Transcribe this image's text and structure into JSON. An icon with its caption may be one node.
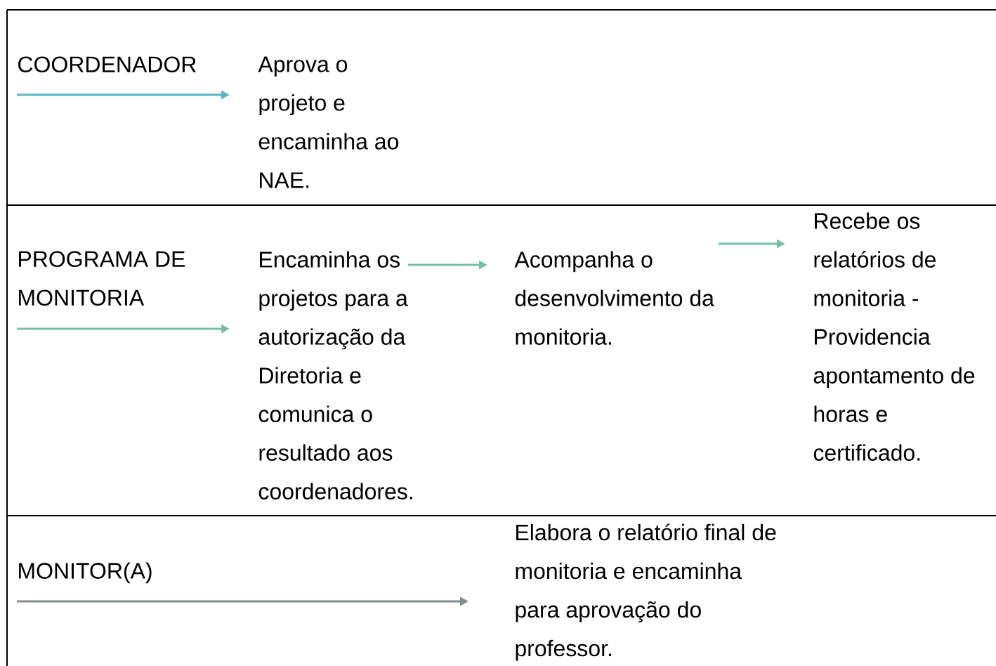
{
  "diagram": {
    "nodes": [
      {
        "text": [
          "COORDENADOR"
        ]
      },
      {
        "text": [
          "Aprova o projeto e encaminha ao NAE."
        ]
      },
      {
        "text": [
          "PROGRAMA DE MONITORIA"
        ]
      },
      {
        "text": [
          "Encaminha os projetos para a autorização da Diretoria e comunica o resultado aos coordenadores."
        ]
      },
      {
        "text": [
          "Acompanha o desenvolvimento da monitoria."
        ]
      },
      {
        "text": [
          "Recebe os relatórios de monitoria - Providencia apontamento de horas e certificado."
        ]
      },
      {
        "text": [
          "MONITOR(A)"
        ]
      },
      {
        "text": [
          "Elabora o relatório final de monitoria e encaminha para aprovação do professor."
        ]
      }
    ],
    "edges": [
      {
        "from": 0,
        "to": 1,
        "arrow": "to",
        "color": "#5ab6c4"
      },
      {
        "from": 2,
        "to": 3,
        "arrow": "to"
      },
      {
        "from": 3,
        "to": 4,
        "arrow": "to"
      },
      {
        "from": 4,
        "to": 5,
        "arrow": "to"
      },
      {
        "from": 6,
        "to": 7,
        "arrow": "to",
        "color": "#7d8c8c"
      }
    ]
  }
}
